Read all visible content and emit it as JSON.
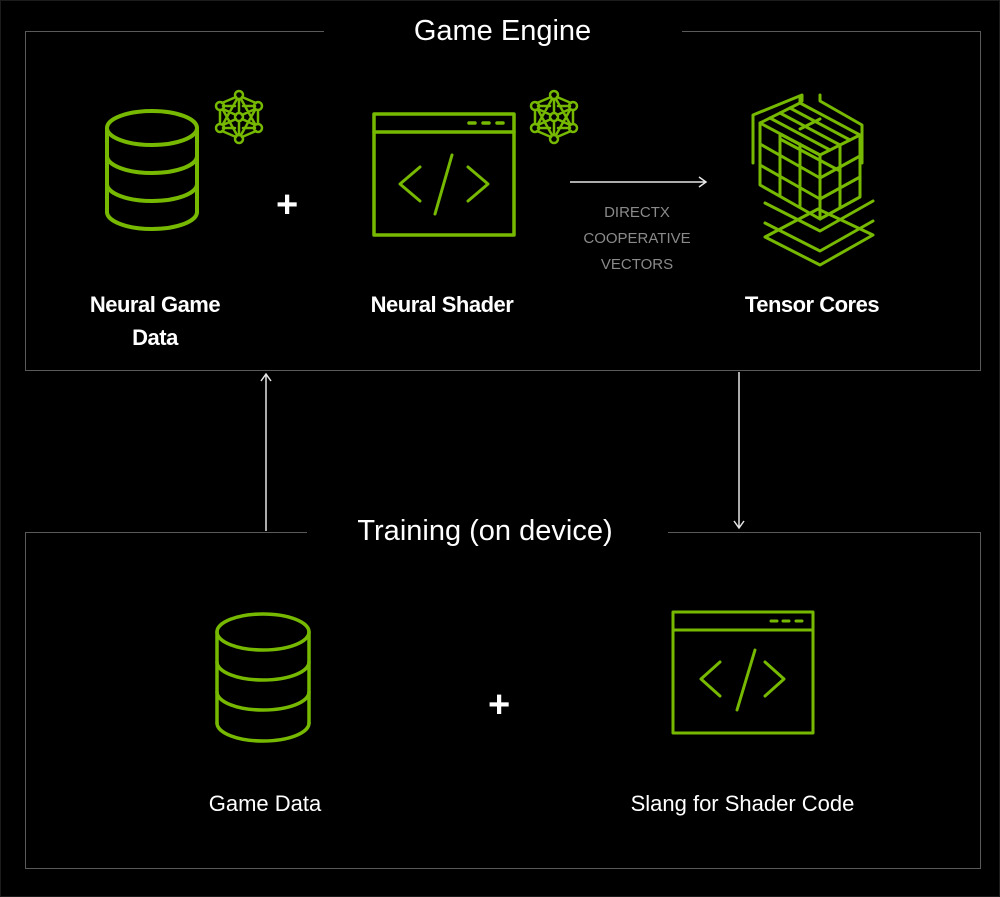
{
  "top_section": {
    "title": "Game Engine",
    "items": [
      {
        "label_line1": "Neural Game",
        "label_line2": "Data",
        "icon": "database-icon",
        "badge_icon": "neural-network-icon"
      },
      {
        "label": "Neural Shader",
        "icon": "code-window-icon",
        "badge_icon": "neural-network-icon"
      },
      {
        "label": "Tensor Cores",
        "icon": "tensor-cube-icon"
      }
    ],
    "operator": "+",
    "arrow_caption": [
      "DIRECTX",
      "COOPERATIVE",
      "VECTORS"
    ]
  },
  "bottom_section": {
    "title": "Training (on device)",
    "items": [
      {
        "label": "Game Data",
        "icon": "database-icon"
      },
      {
        "label": "Slang for Shader Code",
        "icon": "code-window-icon"
      }
    ],
    "operator": "+"
  },
  "colors": {
    "accent": "#76b900",
    "background": "#000000",
    "border": "#5a5a5a",
    "caption": "#8a8a8a"
  }
}
